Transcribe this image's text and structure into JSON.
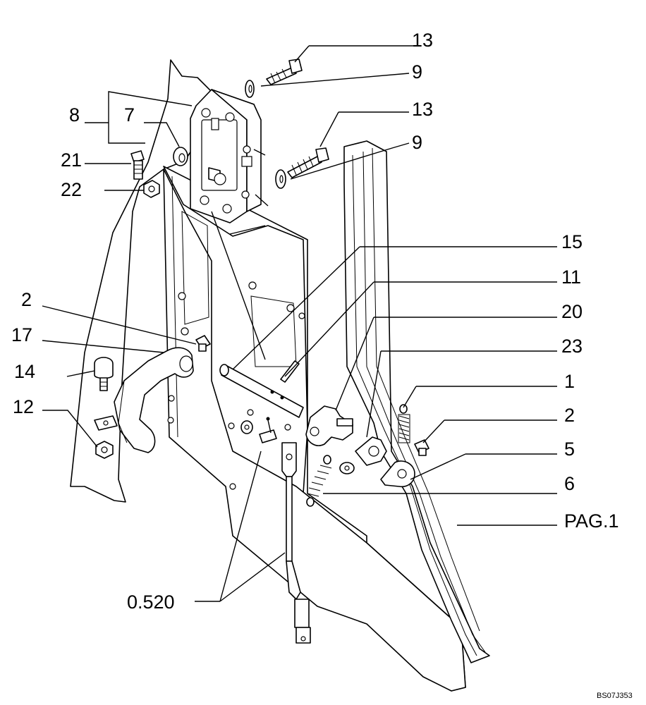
{
  "callouts": {
    "c13a": "13",
    "c9a": "9",
    "c13b": "13",
    "c9b": "9",
    "c8": "8",
    "c7": "7",
    "c21": "21",
    "c22": "22",
    "c15": "15",
    "c11": "11",
    "c20": "20",
    "c23": "23",
    "c2a": "2",
    "c17": "17",
    "c14": "14",
    "c12": "12",
    "c1": "1",
    "c2b": "2",
    "c5": "5",
    "c6": "6",
    "cpag": "PAG.1",
    "c0520": "0.520"
  },
  "drawing_code": "BS07J353"
}
